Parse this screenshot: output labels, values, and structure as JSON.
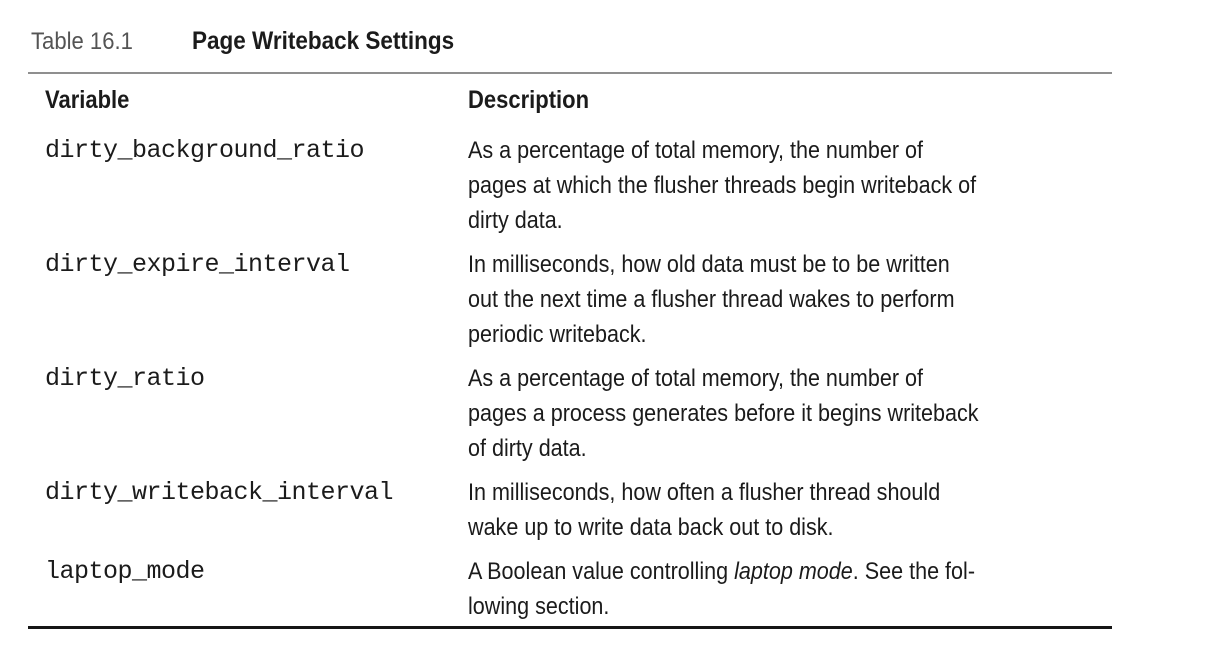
{
  "colors": {
    "background": "#ffffff",
    "text": "#1b1b1b",
    "caption_label": "#545454",
    "rule_top": "#8f8f8f",
    "rule_bottom": "#161616"
  },
  "caption": {
    "label": "Table 16.1",
    "title": "Page Writeback Settings"
  },
  "table": {
    "columns": [
      "Variable",
      "Description"
    ],
    "rows": [
      {
        "variable": "dirty_background_ratio",
        "description": [
          [
            {
              "text": "As a percentage of total memory, the number of",
              "italic": false
            }
          ],
          [
            {
              "text": "pages at which the flusher threads begin writeback of",
              "italic": false
            }
          ],
          [
            {
              "text": "dirty data.",
              "italic": false
            }
          ]
        ]
      },
      {
        "variable": "dirty_expire_interval",
        "description": [
          [
            {
              "text": "In milliseconds, how old data must be to be written",
              "italic": false
            }
          ],
          [
            {
              "text": "out the next time a flusher thread wakes to perform",
              "italic": false
            }
          ],
          [
            {
              "text": "periodic writeback.",
              "italic": false
            }
          ]
        ]
      },
      {
        "variable": "dirty_ratio",
        "description": [
          [
            {
              "text": "As a percentage of total memory, the number of",
              "italic": false
            }
          ],
          [
            {
              "text": "pages a process generates before it begins writeback",
              "italic": false
            }
          ],
          [
            {
              "text": "of dirty data.",
              "italic": false
            }
          ]
        ]
      },
      {
        "variable": "dirty_writeback_interval",
        "description": [
          [
            {
              "text": "In milliseconds, how often a flusher thread should",
              "italic": false
            }
          ],
          [
            {
              "text": "wake up to write data back out to disk.",
              "italic": false
            }
          ]
        ]
      },
      {
        "variable": "laptop_mode",
        "description": [
          [
            {
              "text": "A Boolean value controlling ",
              "italic": false
            },
            {
              "text": "laptop mode",
              "italic": true
            },
            {
              "text": ". See the fol-",
              "italic": false
            }
          ],
          [
            {
              "text": "lowing section.",
              "italic": false
            }
          ]
        ]
      }
    ]
  }
}
